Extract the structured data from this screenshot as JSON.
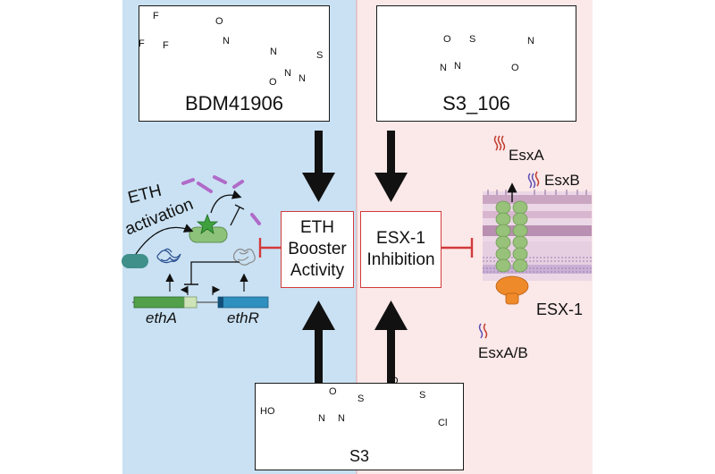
{
  "colors": {
    "left_panel_bg": "#c9e1f3",
    "right_panel_bg": "#fbe8e8",
    "inhibit_red": "#d33a3a",
    "box_border_red": "#d33a3a",
    "ethA_green": "#52a04a",
    "ethR_blue": "#2f8fbf",
    "oval_teal": "#3f8f8a",
    "oval_green": "#8cc27a",
    "eth_fragments_purple": "#b06ac8",
    "membrane_pink": "#d9b6cf",
    "esx_core_green": "#98c27a",
    "esx_base_orange": "#ef8a2a"
  },
  "structures": {
    "top_left": {
      "label": "BDM41906",
      "atom_labels": [
        "F",
        "F",
        "F",
        "O",
        "N",
        "N",
        "O",
        "N",
        "S",
        "N"
      ]
    },
    "top_right": {
      "label": "S3_106",
      "atom_labels": [
        "S",
        "O",
        "N",
        "N",
        "N",
        "O"
      ]
    },
    "bottom": {
      "label": "S3",
      "atom_labels": [
        "HO",
        "O",
        "N",
        "N",
        "S",
        "O",
        "S",
        "Cl"
      ]
    }
  },
  "center_boxes": {
    "left": {
      "line1": "ETH",
      "line2": "Booster",
      "line3": "Activity"
    },
    "right": {
      "line1": "ESX-1",
      "line2": "Inhibition"
    }
  },
  "left_panel": {
    "eth_label_line1": "ETH",
    "eth_label_line2": "activation",
    "gene_a": "ethA",
    "gene_r": "ethR"
  },
  "right_panel": {
    "label_esxa": "EsxA",
    "label_esxb": "EsxB",
    "label_esx1": "ESX-1",
    "label_esxab": "EsxA/B"
  }
}
